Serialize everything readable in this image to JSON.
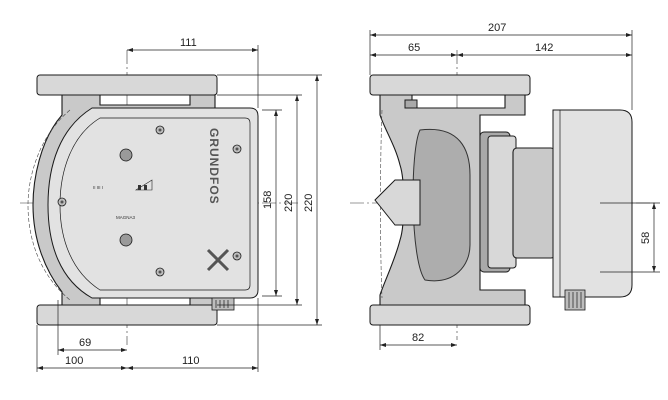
{
  "front_view": {
    "dimensions": {
      "top_width": "111",
      "height_inner": "158",
      "height_flange": "220",
      "height_overall": "220",
      "bottom_left_offset": "69",
      "bottom_left_width": "100",
      "bottom_right_width": "110"
    },
    "brand": "GRUNDFOS",
    "model": "MAGNA3",
    "panel_symbols": "II III I"
  },
  "side_view": {
    "dimensions": {
      "overall_length": "207",
      "left_part": "65",
      "right_part": "142",
      "box_height": "58",
      "bottom_width": "82"
    }
  }
}
